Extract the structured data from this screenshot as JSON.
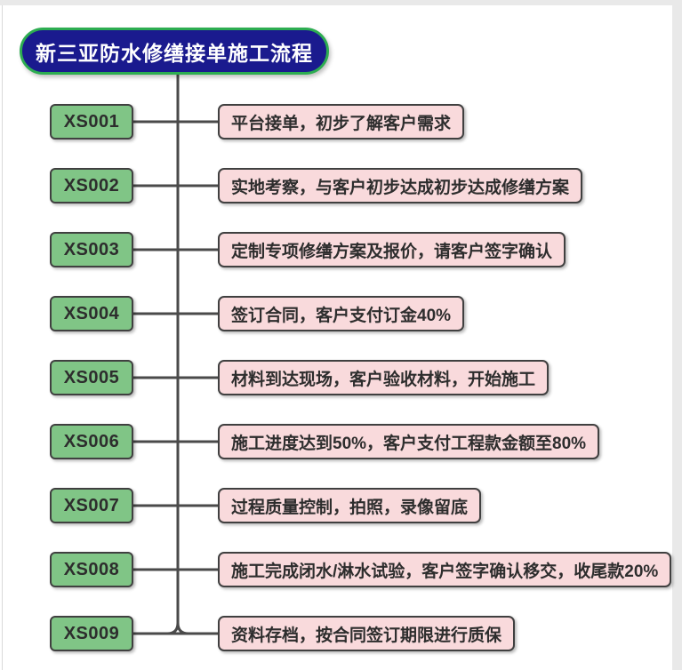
{
  "page": {
    "background": "#ffffff",
    "frame_color": "#e9e9e9",
    "frame_line_color": "#d9d9d9"
  },
  "title": {
    "label": "新三亚防水修缮接单施工流程",
    "fill": "#1a1a8e",
    "border_color": "#2dad51",
    "text_color": "#ffffff"
  },
  "flow": {
    "line_color": "#4a4a4a",
    "box_border_color": "#404040",
    "box_text_color": "#2d2d2d",
    "code_box_fill": "#80c586",
    "desc_box_fill": "#f9dadc",
    "steps": [
      {
        "code": "XS001",
        "desc": "平台接单，初步了解客户需求"
      },
      {
        "code": "XS002",
        "desc": "实地考察，与客户初步达成初步达成修缮方案"
      },
      {
        "code": "XS003",
        "desc": "定制专项修缮方案及报价，请客户签字确认"
      },
      {
        "code": "XS004",
        "desc": "签订合同，客户支付订金40%"
      },
      {
        "code": "XS005",
        "desc": "材料到达现场，客户验收材料，开始施工"
      },
      {
        "code": "XS006",
        "desc": "施工进度达到50%，客户支付工程款金额至80%"
      },
      {
        "code": "XS007",
        "desc": "过程质量控制，拍照，录像留底"
      },
      {
        "code": "XS008",
        "desc": "施工完成闭水/淋水试验，客户签字确认移交，收尾款20%"
      },
      {
        "code": "XS009",
        "desc": "资料存档，按合同签订期限进行质保"
      }
    ]
  }
}
